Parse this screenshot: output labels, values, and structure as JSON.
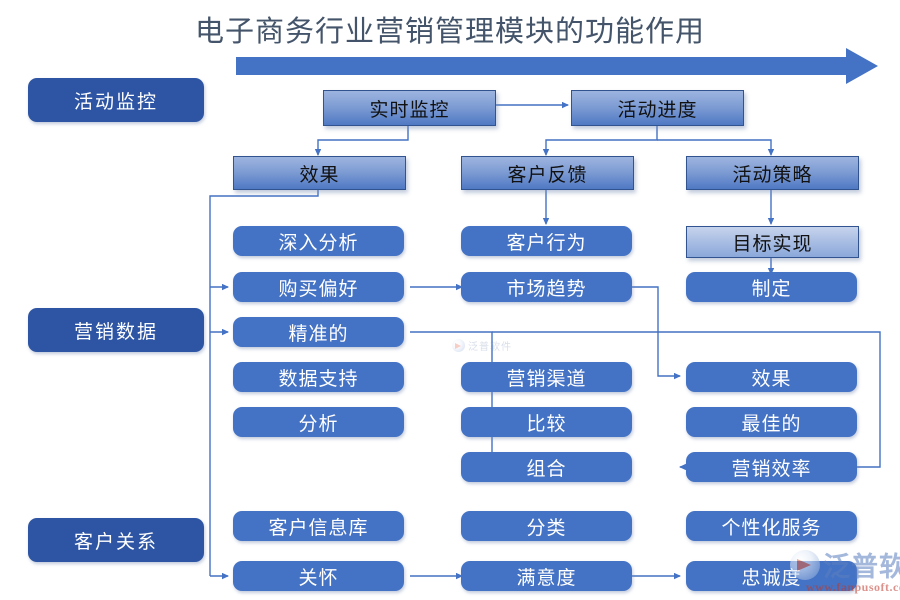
{
  "title": "电子商务行业营销管理模块的功能作用",
  "colors": {
    "title": "#44546a",
    "category_box": "#2e55a3",
    "node": "#4472c4",
    "connector": "#4472c4",
    "arrow_bar": "#4472c4",
    "watermark_text": "#5b7fc0",
    "watermark_url": "#c0392b"
  },
  "top_arrow": {
    "name": "timeline-arrow",
    "direction": "right"
  },
  "categories": [
    {
      "id": "cat-monitor",
      "label": "活动监控"
    },
    {
      "id": "cat-data",
      "label": "营销数据"
    },
    {
      "id": "cat-customer",
      "label": "客户关系"
    }
  ],
  "nodes": {
    "realtime_monitor": "实时监控",
    "activity_progress": "活动进度",
    "effect_top": "效果",
    "customer_feedback": "客户反馈",
    "activity_strategy": "活动策略",
    "deep_analysis": "深入分析",
    "customer_behavior": "客户行为",
    "goal_achievement": "目标实现",
    "purchase_preference": "购买偏好",
    "market_trend": "市场趋势",
    "formulate": "制定",
    "precise": "精准的",
    "data_support": "数据支持",
    "marketing_channel": "营销渠道",
    "effect_right": "效果",
    "analysis": "分析",
    "comparison": "比较",
    "best": "最佳的",
    "combination": "组合",
    "marketing_efficiency": "营销效率",
    "customer_database": "客户信息库",
    "classification": "分类",
    "personalized_service": "个性化服务",
    "care": "关怀",
    "satisfaction": "满意度",
    "loyalty": "忠诚度"
  },
  "watermark": {
    "brand": "泛普软件",
    "url": "www.fanpusoft.com"
  },
  "chart_data": {
    "type": "diagram",
    "title": "电子商务行业营销管理模块的功能作用",
    "columns": [
      "left",
      "middle",
      "right"
    ],
    "rows": [
      {
        "left": "实时监控",
        "middle": "",
        "right": "活动进度"
      },
      {
        "left": "效果",
        "middle": "客户反馈",
        "right": "活动策略"
      },
      {
        "left": "深入分析",
        "middle": "客户行为",
        "right": "目标实现"
      },
      {
        "left": "购买偏好",
        "middle": "市场趋势",
        "right": "制定"
      },
      {
        "left": "精准的",
        "middle": "",
        "right": ""
      },
      {
        "left": "数据支持",
        "middle": "营销渠道",
        "right": "效果"
      },
      {
        "left": "分析",
        "middle": "比较",
        "right": "最佳的"
      },
      {
        "left": "",
        "middle": "组合",
        "right": "营销效率"
      },
      {
        "left": "客户信息库",
        "middle": "分类",
        "right": "个性化服务"
      },
      {
        "left": "关怀",
        "middle": "满意度",
        "right": "忠诚度"
      }
    ],
    "edges": [
      [
        "实时监控",
        "活动进度"
      ],
      [
        "实时监控",
        "效果"
      ],
      [
        "活动进度",
        "客户反馈"
      ],
      [
        "活动进度",
        "活动策略"
      ],
      [
        "客户反馈",
        "客户行为"
      ],
      [
        "活动策略",
        "目标实现"
      ],
      [
        "目标实现",
        "制定"
      ],
      [
        "效果",
        "购买偏好"
      ],
      [
        "效果",
        "精准的"
      ],
      [
        "效果",
        "关怀"
      ],
      [
        "购买偏好",
        "市场趋势"
      ],
      [
        "市场趋势",
        "效果(右)"
      ],
      [
        "精准的",
        "组合"
      ],
      [
        "精准的",
        "营销效率"
      ],
      [
        "关怀",
        "满意度"
      ],
      [
        "满意度",
        "忠诚度"
      ]
    ]
  }
}
